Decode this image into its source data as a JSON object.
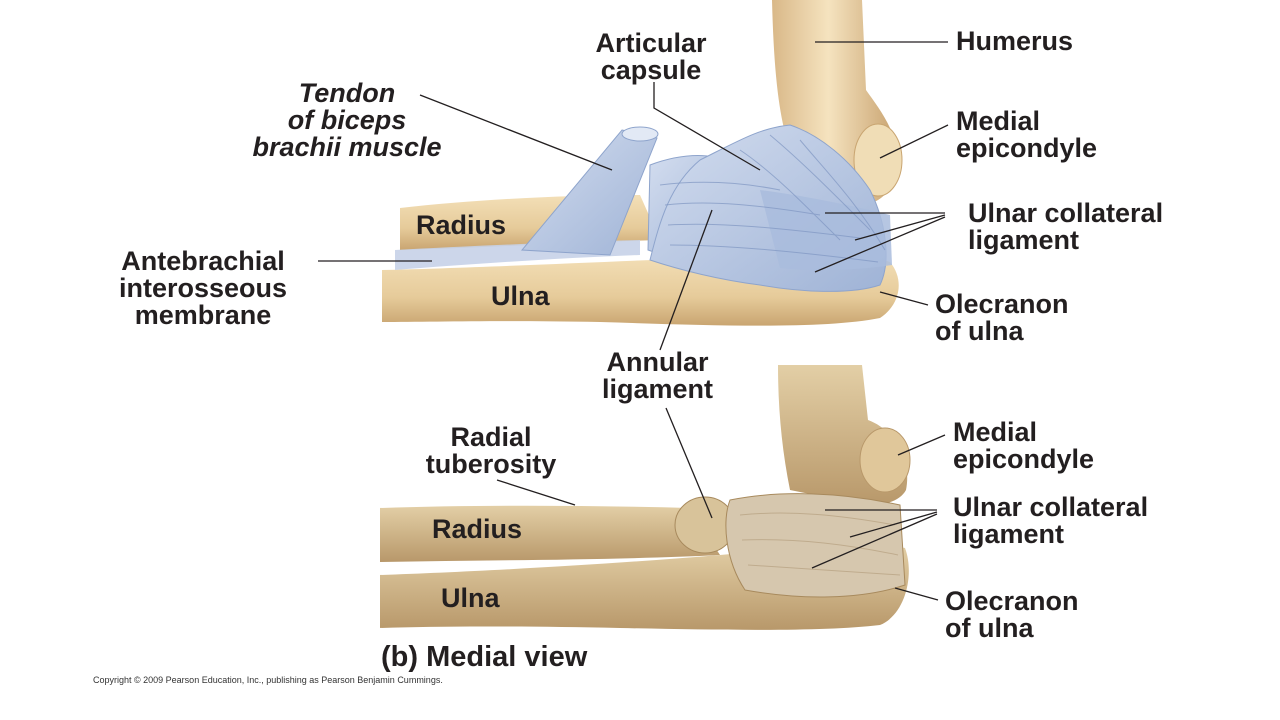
{
  "top_view": {
    "labels": {
      "articular_capsule": [
        "Articular",
        "capsule"
      ],
      "humerus": "Humerus",
      "tendon_biceps": [
        "Tendon",
        "of biceps",
        "brachii muscle"
      ],
      "medial_epicondyle": [
        "Medial",
        "epicondyle"
      ],
      "radius": "Radius",
      "ulnar_collateral": [
        "Ulnar collateral",
        "ligament"
      ],
      "antebrachial": [
        "Antebrachial",
        "interosseous",
        "membrane"
      ],
      "ulna": "Ulna",
      "olecranon": [
        "Olecranon",
        "of ulna"
      ]
    }
  },
  "shared": {
    "annular_ligament": [
      "Annular",
      "ligament"
    ]
  },
  "bottom_view": {
    "labels": {
      "radial_tuberosity": [
        "Radial",
        "tuberosity"
      ],
      "medial_epicondyle": [
        "Medial",
        "epicondyle"
      ],
      "radius": "Radius",
      "ulnar_collateral": [
        "Ulnar collateral",
        "ligament"
      ],
      "ulna": "Ulna",
      "olecranon": [
        "Olecranon",
        "of ulna"
      ]
    },
    "caption": "(b) Medial view"
  },
  "copyright": "Copyright © 2009 Pearson Education, Inc., publishing as Pearson Benjamin Cummings.",
  "colors": {
    "bone": "#ead3a6",
    "bone_shadow": "#c9a877",
    "ligament": "#b8c8e2",
    "ligament_line": "#8ea4cc",
    "specimen": "#cdb48a",
    "leader": "#231f20"
  }
}
